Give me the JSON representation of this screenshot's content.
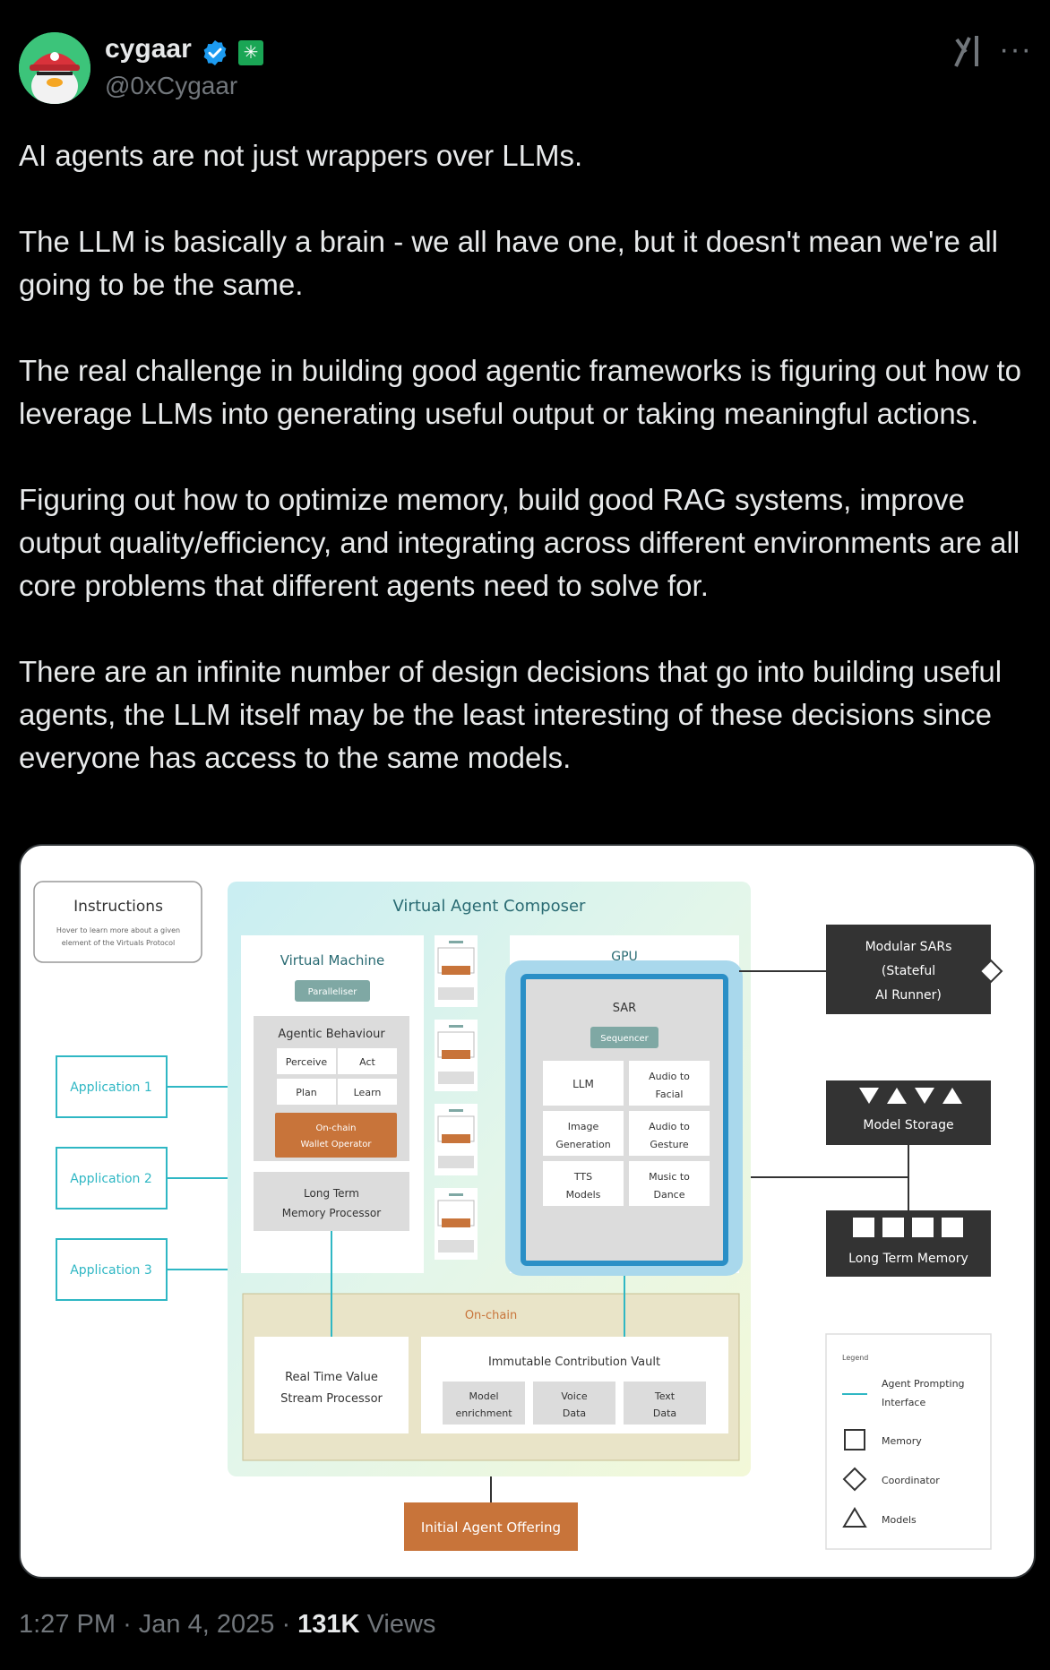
{
  "author": {
    "display_name": "cygaar",
    "handle": "@0xCygaar",
    "avatar_icon": "avatar-image",
    "badge_color": "#1d9bf0",
    "affiliate_color": "#1aa655"
  },
  "tweet": {
    "paragraphs": [
      "AI agents are not just wrappers over LLMs.",
      "The LLM is basically a brain - we all have one, but it doesn't mean we're all going to be the same.",
      "The real challenge in building good agentic frameworks is figuring out how to leverage LLMs into generating useful output or taking meaningful actions.",
      "Figuring out how to optimize memory, build good RAG systems, improve output quality/efficiency, and integrating across different environments are all core problems that different agents need to solve for.",
      "There are an infinite number of design decisions that go into building useful agents, the LLM itself may be the least interesting of these decisions since everyone has access to the same models."
    ]
  },
  "diagram": {
    "instructions_title": "Instructions",
    "instructions_body_1": "Hover to learn more about a given",
    "instructions_body_2": "element of the Virtuals Protocol",
    "composer_title": "Virtual Agent Composer",
    "vm_title": "Virtual Machine",
    "parallelizer": "Paralleliser",
    "agentic_behaviour": "Agentic Behaviour",
    "perceive": "Perceive",
    "act": "Act",
    "plan": "Plan",
    "learn": "Learn",
    "wallet_1": "On-chain",
    "wallet_2": "Wallet Operator",
    "ltmp_1": "Long Term",
    "ltmp_2": "Memory Processor",
    "gpu": "GPU",
    "sar": "SAR",
    "sequencer": "Sequencer",
    "llm": "LLM",
    "audio_facial_1": "Audio to",
    "audio_facial_2": "Facial",
    "image_gen_1": "Image",
    "image_gen_2": "Generation",
    "audio_gesture_1": "Audio to",
    "audio_gesture_2": "Gesture",
    "tts_1": "TTS",
    "tts_2": "Models",
    "music_1": "Music to",
    "music_2": "Dance",
    "applications": [
      "Application 1",
      "Application 2",
      "Application 3"
    ],
    "modular_1": "Modular SARs",
    "modular_2": "(Stateful",
    "modular_3": "AI Runner)",
    "model_storage": "Model Storage",
    "long_term_memory": "Long Term Memory",
    "onchain": "On-chain",
    "rtv_1": "Real Time Value",
    "rtv_2": "Stream Processor",
    "vault": "Immutable Contribution Vault",
    "model_enrich_1": "Model",
    "model_enrich_2": "enrichment",
    "voice_1": "Voice",
    "voice_2": "Data",
    "text_1": "Text",
    "text_2": "Data",
    "initial_offering": "Initial Agent Offering",
    "legend_title": "Legend",
    "legend_api_1": "Agent Prompting",
    "legend_api_2": "Interface",
    "legend_memory": "Memory",
    "legend_coordinator": "Coordinator",
    "legend_models": "Models",
    "colors": {
      "teal": "#2fb7c4",
      "orange": "#c8743a",
      "dark_box": "#333333",
      "sar_blue": "#2a8fc6"
    }
  },
  "footer": {
    "time": "1:27 PM",
    "date": "Jan 4, 2025",
    "views_count": "131K",
    "views_label": "Views"
  }
}
